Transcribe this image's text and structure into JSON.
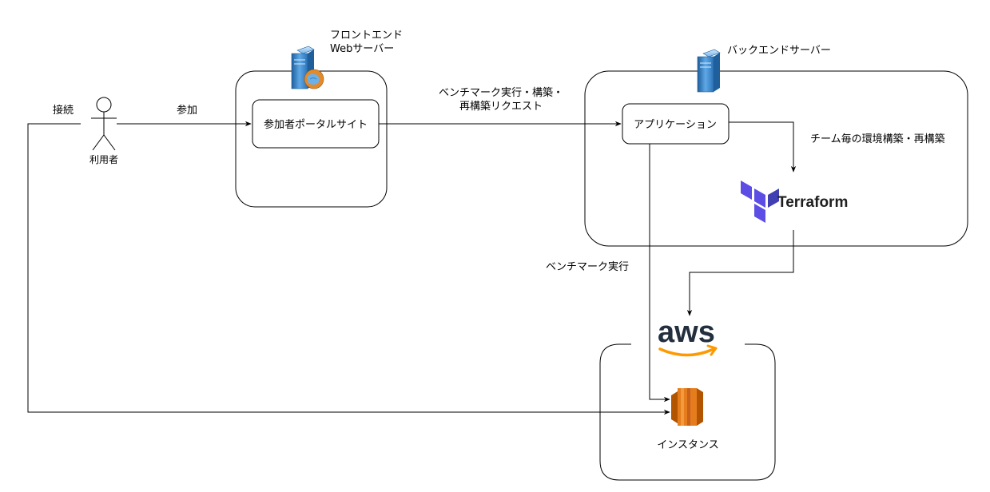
{
  "nodes": {
    "frontend_server_label_line1": "フロントエンド",
    "frontend_server_label_line2": "Webサーバー",
    "backend_server_label": "バックエンドサーバー",
    "participant_portal": "参加者ポータルサイト",
    "application": "アプリケーション",
    "terraform": "Terraform",
    "aws": "aws",
    "instance": "インスタンス",
    "user": "利用者"
  },
  "edges": {
    "connect": "接続",
    "join": "参加",
    "request_line1": "ベンチマーク実行・構築・",
    "request_line2": "再構築リクエスト",
    "team_env_build": "チーム毎の環境構築・再構築",
    "benchmark_run": "ベンチマーク実行"
  },
  "colors": {
    "terraform_purple": "#5c4ee5",
    "terraform_purple_dark": "#4040b2",
    "aws_orange": "#ff9900",
    "aws_dark": "#232f3e",
    "ec2_orange": "#e57d1e",
    "ec2_orange_dark": "#b35400",
    "server_blue": "#2d7fc8"
  },
  "icons": {
    "frontend": "web-server-icon",
    "backend": "server-icon",
    "user": "actor-icon",
    "terraform": "terraform-logo-icon",
    "aws": "aws-logo-icon",
    "instance": "ec2-instance-icon"
  }
}
